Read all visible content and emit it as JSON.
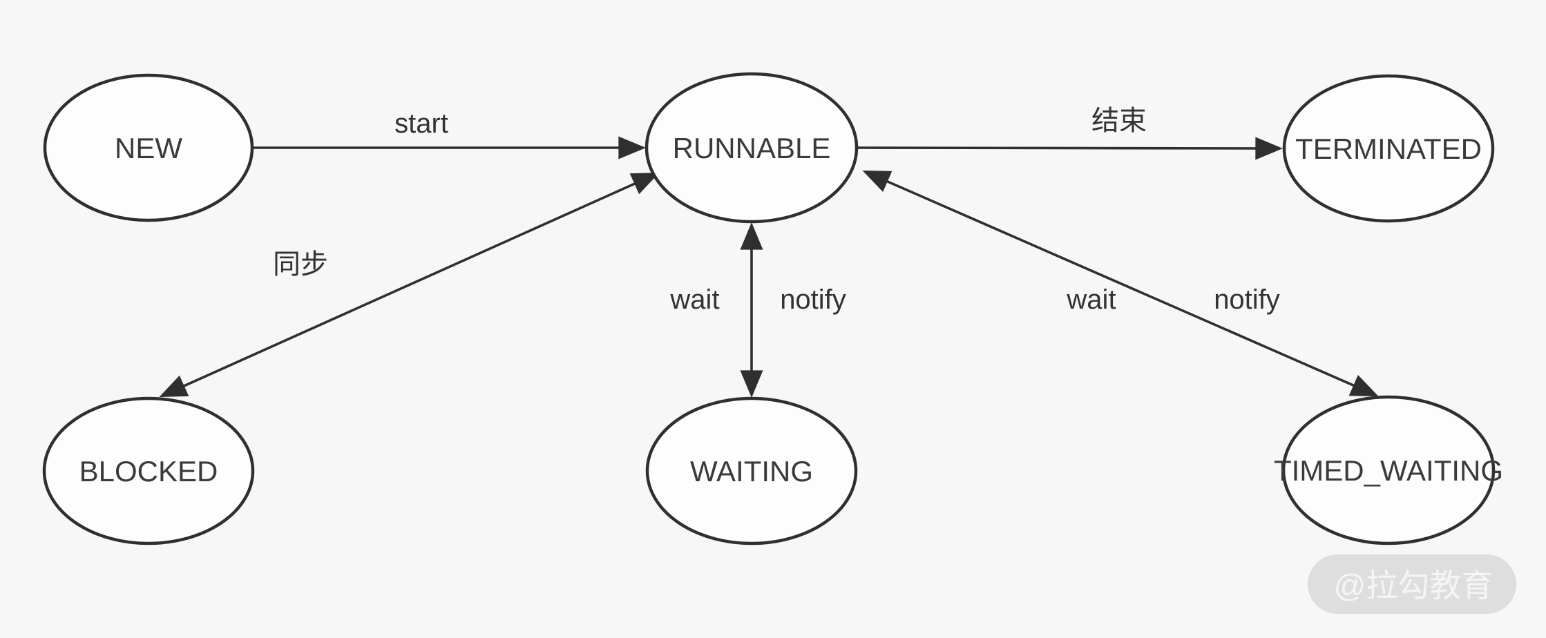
{
  "diagram": {
    "type": "state-transition-diagram",
    "subject": "Java thread lifecycle states"
  },
  "colors": {
    "background": "#f7f7f8",
    "node_fill": "#fdfdfd",
    "stroke": "#2f2f2f",
    "text": "#333333",
    "watermark_bg": "#d9d9d9",
    "watermark_text": "#f5f5f5"
  },
  "nodes": [
    {
      "id": "new",
      "label": "NEW"
    },
    {
      "id": "runnable",
      "label": "RUNNABLE"
    },
    {
      "id": "terminated",
      "label": "TERMINATED"
    },
    {
      "id": "blocked",
      "label": "BLOCKED"
    },
    {
      "id": "waiting",
      "label": "WAITING"
    },
    {
      "id": "timed_waiting",
      "label": "TIMED_WAITING"
    }
  ],
  "edges": [
    {
      "from": "NEW",
      "to": "RUNNABLE",
      "label": "start",
      "direction": "one-way"
    },
    {
      "from": "RUNNABLE",
      "to": "TERMINATED",
      "label": "结束",
      "direction": "one-way"
    },
    {
      "from": "RUNNABLE",
      "to": "BLOCKED",
      "label": "同步",
      "direction": "two-way"
    },
    {
      "from": "RUNNABLE",
      "to": "WAITING",
      "labels": [
        "wait",
        "notify"
      ],
      "direction": "two-way"
    },
    {
      "from": "RUNNABLE",
      "to": "TIMED_WAITING",
      "labels": [
        "wait",
        "notify"
      ],
      "direction": "two-way"
    }
  ],
  "watermark": {
    "text": "@拉勾教育"
  }
}
